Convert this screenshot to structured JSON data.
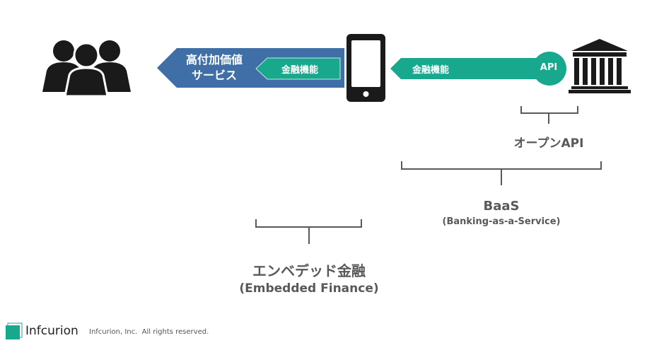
{
  "left_arrow": {
    "line1": "高付加価値",
    "line2": "サービス"
  },
  "inner_arrow": "金融機能",
  "right_arrow": "金融機能",
  "api_circle": "API",
  "open_api": "オープンAPI",
  "baas": {
    "title": "BaaS",
    "subtitle": "(Banking-as-a-Service)"
  },
  "embedded": {
    "title": "エンベデッド金融",
    "subtitle": "(Embedded Finance)"
  },
  "footer": {
    "brand": "Infcurion",
    "copyright": "Infcurion, Inc.  All rights reserved."
  },
  "colors": {
    "blue": "#3f6fa6",
    "teal": "#17a88e",
    "dark": "#1a1a1a",
    "gray": "#595959"
  }
}
